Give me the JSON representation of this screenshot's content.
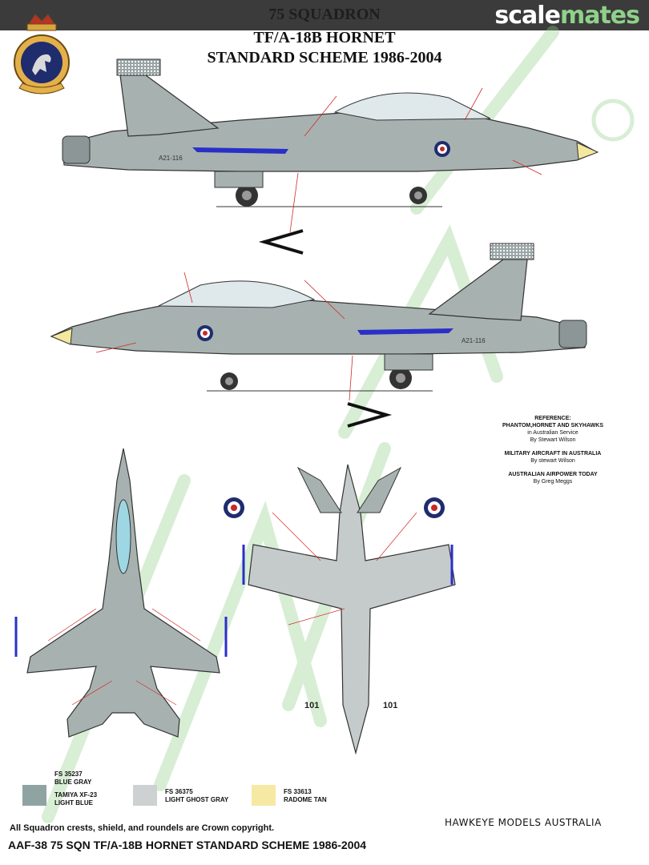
{
  "header": {
    "squadron": "75 SQUADRON",
    "aircraft": "TF/A-18B HORNET",
    "scheme": "STANDARD SCHEME 1986-2004",
    "brand_part1": "scale",
    "brand_part2": "mates"
  },
  "reference": {
    "heading": "REFERENCE:",
    "book1_title": "PHANTOM,HORNET AND SKYHAWKS",
    "book1_sub": "in Australian Service",
    "book1_author": "By Stewart Wilson",
    "book2_title": "MILITARY AIRCRAFT IN AUSTRALIA",
    "book2_author": "By stewart Wilson",
    "book3_title": "AUSTRALIAN AIRPOWER TODAY",
    "book3_author": "By Greg Meggs"
  },
  "aircraft_markings": {
    "serial": "A21-116",
    "code": "101"
  },
  "colors": [
    {
      "code": "FS 35237",
      "name": "BLUE GRAY",
      "hex": "#8fa3a3"
    },
    {
      "code": "TAMIYA XF-23",
      "name": "LIGHT BLUE",
      "hex": "#9fd6e4"
    },
    {
      "code": "FS 36375",
      "name": "LIGHT GHOST GRAY",
      "hex": "#cdd1d1"
    },
    {
      "code": "FS 33613",
      "name": "RADOME TAN",
      "hex": "#f6e9a4"
    }
  ],
  "footer": {
    "copyright": "All Squadron crests, shield, and roundels are Crown copyright.",
    "sheet_title": "AAF-38 75 SQN TF/A-18B HORNET STANDARD SCHEME 1986-2004",
    "maker": "HAWKEYE MODELS AUSTRALIA"
  }
}
